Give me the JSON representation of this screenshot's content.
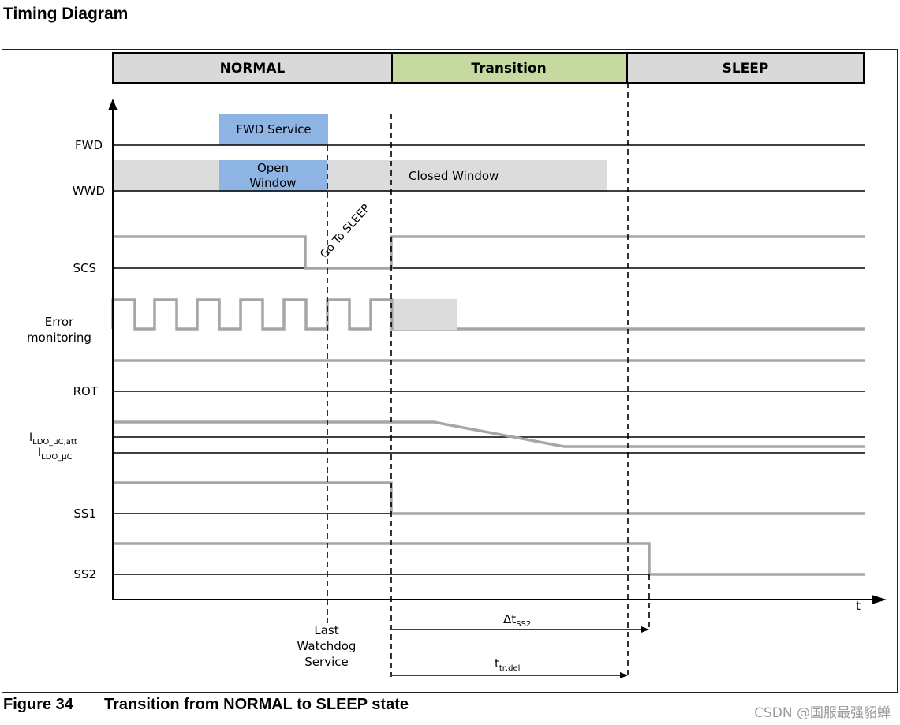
{
  "heading": "Timing Diagram",
  "phases": {
    "normal": "NORMAL",
    "transition": "Transition",
    "sleep": "SLEEP"
  },
  "signals": {
    "fwd": "FWD",
    "wwd": "WWD",
    "scs": "SCS",
    "error_monitoring": [
      "Error",
      "monitoring"
    ],
    "rot": "ROT",
    "i_ldo_uc_att": {
      "base": "I",
      "sub": "LDO_μC,att"
    },
    "i_ldo_uc": {
      "base": "I",
      "sub": "LDO_μC"
    },
    "ss1": "SS1",
    "ss2": "SS2"
  },
  "boxes": {
    "fwd_service": "FWD Service",
    "open_window": [
      "Open",
      "Window"
    ],
    "closed_window": "Closed Window"
  },
  "annotations": {
    "go_to_sleep": "Go To SLEEP",
    "last_watchdog_service": [
      "Last",
      "Watchdog",
      "Service"
    ],
    "time_axis": "t",
    "dt_ss2": {
      "base": "Δt",
      "sub": "SS2"
    },
    "t_tr_del": {
      "base": "t",
      "sub": "tr,del"
    }
  },
  "colors": {
    "transition_fill": "#c6d9a0",
    "phase_fill": "#d9d9d9",
    "window_fill": "#dcdcdc",
    "service_blue": "#8eb4e3",
    "signal_gray": "#a6a6a6"
  },
  "caption": {
    "number": "Figure 34",
    "title": "Transition from NORMAL to SLEEP state"
  },
  "watermark": "CSDN @国服最强貂蝉"
}
